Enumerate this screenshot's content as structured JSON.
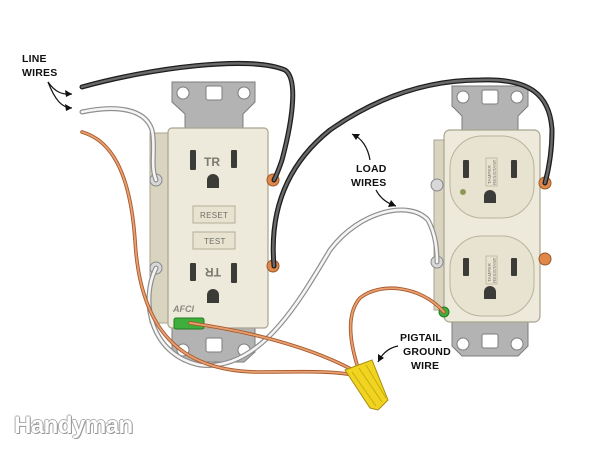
{
  "labels": {
    "line_wires": [
      "LINE",
      "WIRES"
    ],
    "load_wires": [
      "LOAD",
      "WIRES"
    ],
    "pigtail": [
      "PIGTAIL",
      "GROUND",
      "WIRE"
    ]
  },
  "afci_outlet": {
    "tr_top": "TR",
    "tr_bottom": "TR",
    "reset": "RESET",
    "test": "TEST",
    "brand_mark": "AFCI"
  },
  "standard_outlet": {
    "tamper_line1": "TAMPER",
    "tamper_line2": "RESISTANT"
  },
  "watermark": "Handyman",
  "colors": {
    "hot_wire": "#3a3a3a",
    "neutral_wire": "#e9e9e9",
    "ground_wire": "#d98a5c",
    "outlet_body": "#eeeadb",
    "wire_nut": "#f0d420",
    "strap": "#a9a9a9"
  }
}
